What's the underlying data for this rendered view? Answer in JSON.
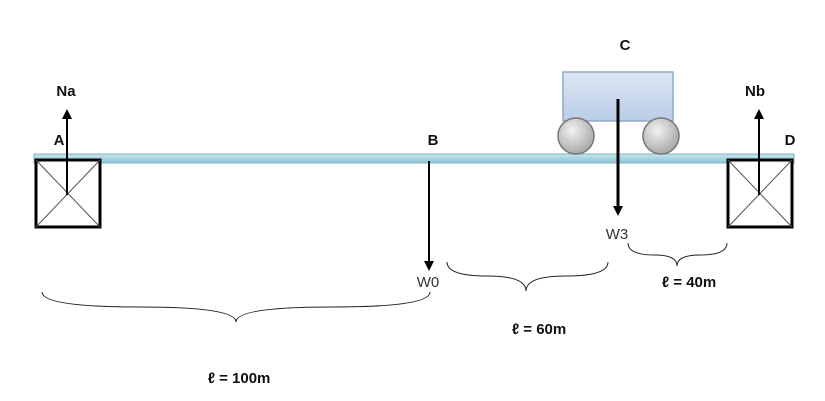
{
  "labels": {
    "point_a": "A",
    "point_b": "B",
    "point_c": "C",
    "point_d": "D",
    "reaction_a": "Na",
    "reaction_b": "Nb",
    "weight_beam": "W0",
    "weight_cart": "W3"
  },
  "dimensions": {
    "span_total": "ℓ = 100m",
    "span_middle": "ℓ = 60m",
    "span_right": "ℓ = 40m"
  },
  "colors": {
    "beam": "#a8d4e0",
    "beam_edge": "#7fb3c2",
    "cart_body": "#c9d9ee",
    "cart_edge": "#8fa8c8",
    "wheel": "#c8c8c8",
    "arrow": "#000000"
  }
}
